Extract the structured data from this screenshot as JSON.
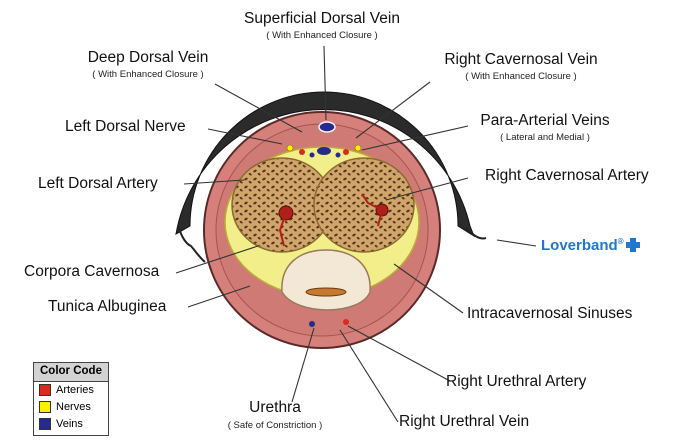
{
  "labels": {
    "superficial_dorsal_vein": {
      "title": "Superficial Dorsal Vein",
      "note": "( With Enhanced Closure )"
    },
    "deep_dorsal_vein": {
      "title": "Deep Dorsal Vein",
      "note": "( With Enhanced Closure )"
    },
    "right_cavernosal_vein": {
      "title": "Right Cavernosal Vein",
      "note": "( With Enhanced Closure )"
    },
    "left_dorsal_nerve": {
      "title": "Left Dorsal Nerve"
    },
    "para_arterial_veins": {
      "title": "Para-Arterial Veins",
      "note": "( Lateral and Medial )"
    },
    "left_dorsal_artery": {
      "title": "Left Dorsal Artery"
    },
    "right_cavernosal_artery": {
      "title": "Right Cavernosal Artery"
    },
    "corpora_cavernosa": {
      "title": "Corpora Cavernosa"
    },
    "tunica_albuginea": {
      "title": "Tunica Albuginea"
    },
    "intracavernosal_sinuses": {
      "title": "Intracavernosal Sinuses"
    },
    "right_urethral_artery": {
      "title": "Right Urethral Artery"
    },
    "urethra": {
      "title": "Urethra",
      "note": "( Safe of Constriction )"
    },
    "right_urethral_vein": {
      "title": "Right Urethral Vein"
    }
  },
  "brand": {
    "name": "Loverband",
    "mark": "®",
    "color": "#1e78d2"
  },
  "legend": {
    "title": "Color Code",
    "items": [
      {
        "label": "Arteries",
        "color": "#d92b1e"
      },
      {
        "label": "Nerves",
        "color": "#ffee00"
      },
      {
        "label": "Veins",
        "color": "#262a8c"
      }
    ]
  },
  "colors": {
    "skin": "#d5807a",
    "skin_outline": "#5a2a28",
    "band": "#2b2b2b",
    "tunica": "#f2ef8a",
    "cavernosa": "#c8a06a",
    "spongiosum": "#f3e8d6"
  }
}
